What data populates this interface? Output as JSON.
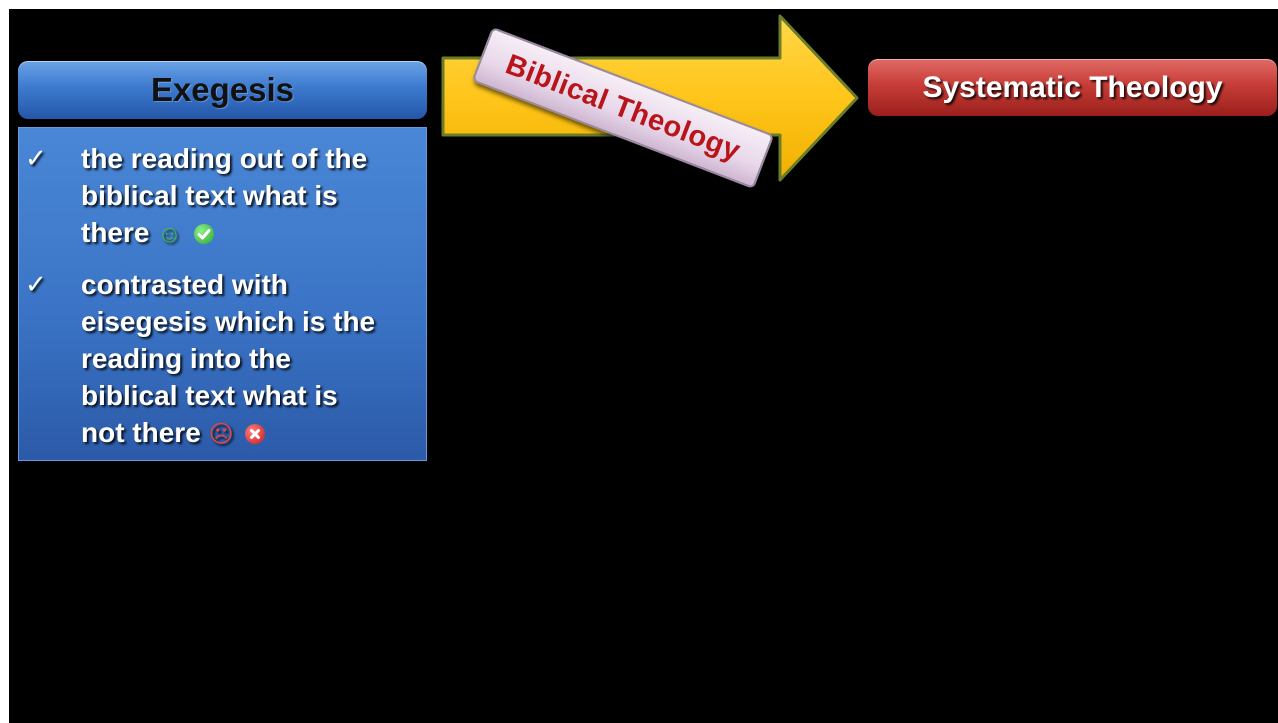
{
  "exegesis": {
    "title": "Exegesis",
    "bullets": [
      {
        "marker": "✓",
        "lines": [
          "the reading out of the",
          "biblical text what is",
          "there"
        ],
        "face": "☺",
        "badge": "check"
      },
      {
        "marker": "✓",
        "lines": [
          "contrasted with",
          "eisegesis which is the",
          "reading into the",
          "biblical text what is",
          "not there"
        ],
        "face": "☹",
        "badge": "x"
      }
    ]
  },
  "arrow": {
    "label": "Biblical Theology"
  },
  "systematic": {
    "title": "Systematic Theology"
  },
  "colors": {
    "background": "#000000",
    "exegesis_blue": "#3d7bcf",
    "systematic_red": "#c73d38",
    "arrow_yellow": "#ffc51a",
    "banner_text": "#b8141a"
  }
}
